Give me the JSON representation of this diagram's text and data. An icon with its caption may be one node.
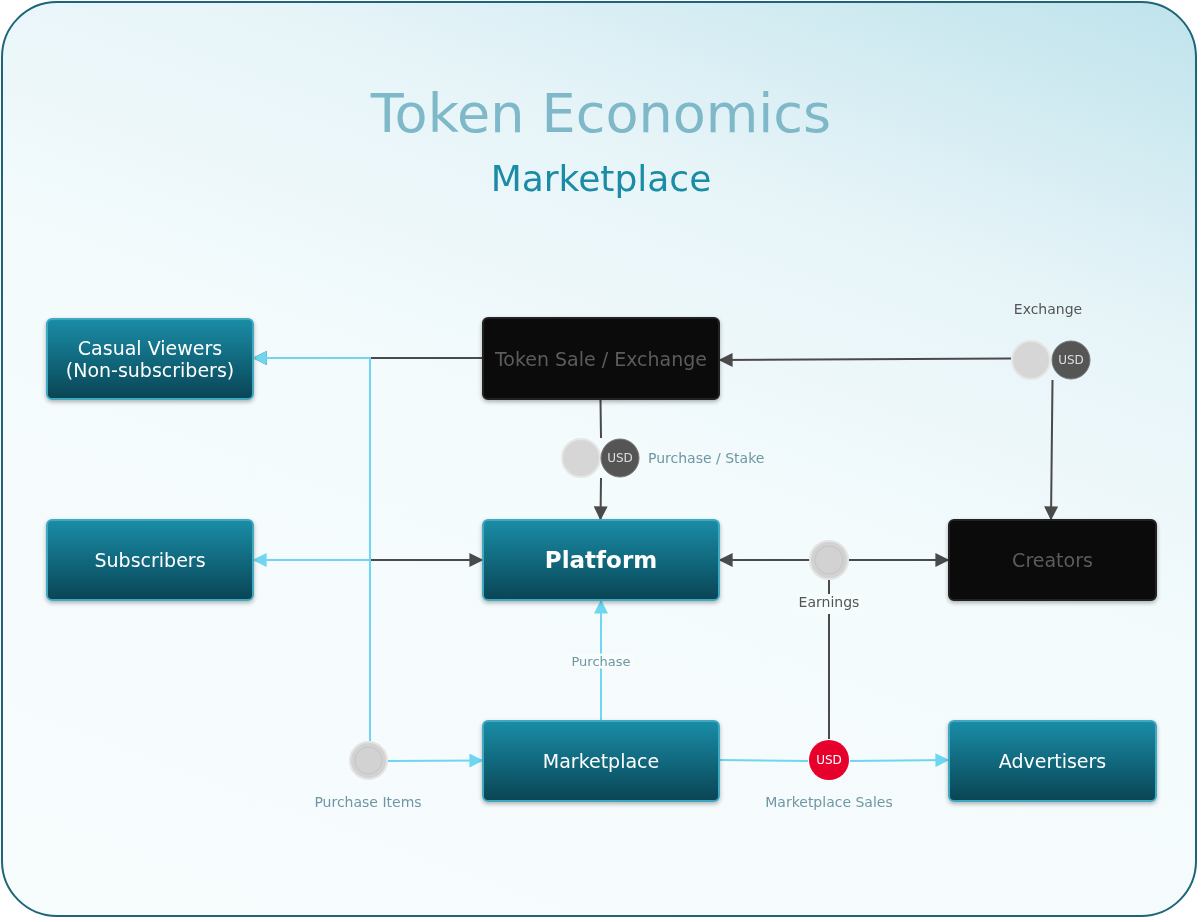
{
  "diagram": {
    "title": "Token Economics",
    "nodes": [
      {
        "text": [
          "Casual Viewers (Non-subscribers)"
        ]
      },
      {
        "text": [
          "Token Sale / Exchange"
        ]
      },
      {
        "text": [
          "Subscribers"
        ]
      },
      {
        "text": [
          "Platform"
        ]
      },
      {
        "text": [
          "Creators"
        ]
      },
      {
        "text": [
          "Marketplace"
        ]
      },
      {
        "text": [
          "Advertisers"
        ]
      },
      {
        "text": [
          "USD"
        ],
        "beside": [
          "Exchange"
        ]
      },
      {
        "text": [
          "USD"
        ],
        "beside": [
          "Purchase / Stake"
        ]
      },
      {
        "text": [],
        "shape": "circle",
        "beside": [
          "Earnings"
        ]
      },
      {
        "text": [],
        "shape": "circle",
        "beside": [
          "Purchase Items"
        ]
      },
      {
        "text": [
          "USD"
        ],
        "beside": [
          "Marketplace Sales"
        ]
      }
    ],
    "edges": [
      {
        "from": 7,
        "to": 1,
        "arrow": "to"
      },
      {
        "from": 7,
        "to": 4,
        "arrow": "to"
      },
      {
        "from": 1,
        "to": 8,
        "arrow": "none"
      },
      {
        "from": 8,
        "to": 3,
        "arrow": "to"
      },
      {
        "from": 1,
        "to": 0,
        "arrow": "to"
      },
      {
        "from": 10,
        "to": 0,
        "arrow": "to",
        "color": "#6fd6f2"
      },
      {
        "from": 10,
        "to": 2,
        "arrow": "to",
        "color": "#6fd6f2"
      },
      {
        "from": 10,
        "to": 3,
        "arrow": "to"
      },
      {
        "from": 10,
        "to": 5,
        "arrow": "to",
        "color": "#6fd6f2"
      },
      {
        "from": 9,
        "to": 3,
        "arrow": "to"
      },
      {
        "from": 9,
        "to": 4,
        "arrow": "to"
      },
      {
        "from": 5,
        "to": 3,
        "arrow": "to",
        "color": "#6fd6f2",
        "label": "Purchase"
      },
      {
        "from": 5,
        "to": 11,
        "arrow": "none",
        "color": "#6fd6f2"
      },
      {
        "from": 11,
        "to": 6,
        "arrow": "to",
        "color": "#6fd6f2"
      },
      {
        "from": 11,
        "to": 9,
        "arrow": "none"
      }
    ],
    "labels": [
      "Marketplace"
    ]
  }
}
